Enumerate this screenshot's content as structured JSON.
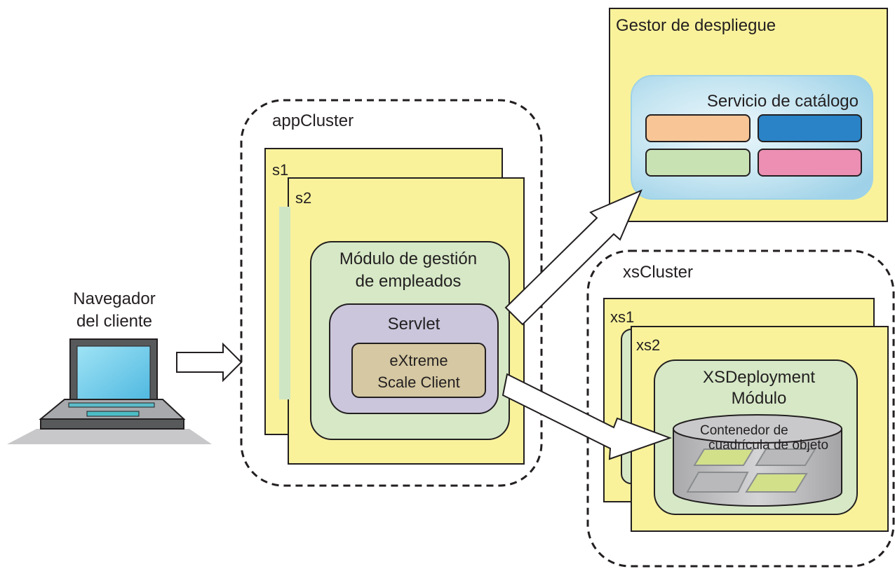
{
  "client": {
    "label_line1": "Navegador",
    "label_line2": "del cliente"
  },
  "app_cluster": {
    "label": "appCluster",
    "servers": [
      "s1",
      "s2"
    ],
    "module": {
      "title_line1": "Módulo de gestión",
      "title_line2": "de empleados",
      "servlet_label": "Servlet",
      "client_line1": "eXtreme",
      "client_line2": "Scale Client"
    }
  },
  "deployment_manager": {
    "label": "Gestor de despliegue",
    "catalog_label": "Servicio de catálogo",
    "catalog_block_colors": [
      "#f7c596",
      "#2a83c6",
      "#c8e2b4",
      "#ec8fb3"
    ]
  },
  "xs_cluster": {
    "label": "xsCluster",
    "servers": [
      "xs1",
      "xs2"
    ],
    "module_line1": "XSDeployment",
    "module_line2": "Módulo",
    "container_line1": "Contenedor de",
    "container_line2": "cuadrícula de objeto"
  },
  "colors": {
    "server_fill": "#f9f29b",
    "module_fill": "#d6e8c6",
    "servlet_fill": "#cbc6dc",
    "client_fill": "#d5c8a2",
    "catalog_fill": "#b7dfee",
    "cylinder_fill": "#c4c4c6"
  }
}
